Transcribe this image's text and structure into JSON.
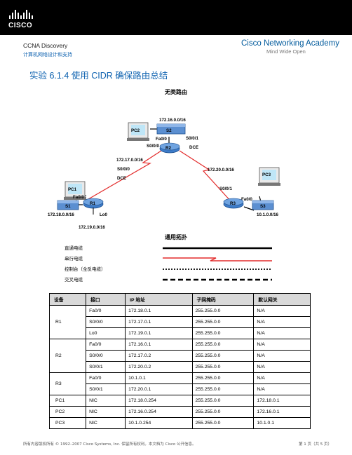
{
  "header": {
    "logo_text": "CISCO",
    "course": "CCNA Discovery",
    "course_sub": "计算机网络设计和支持",
    "academy_brand": "Cisco Networking Academy",
    "academy_tagline": "Mind Wide Open"
  },
  "title": "实验 6.1.4 使用 CIDR 确保路由总结",
  "diagram": {
    "caption": "无类路由",
    "topology_caption": "通用拓扑",
    "devices": {
      "pc2": "PC2",
      "s2": "S2",
      "r2": "R2",
      "pc1": "PC1",
      "s1": "S1",
      "r1": "R1",
      "pc3": "PC3",
      "s3": "S3",
      "r3": "R3"
    },
    "labels": {
      "net_s2": "172.16.0.0/16",
      "r2_fa": "Fa0/0",
      "r2_s000": "S0/0/0",
      "r2_s001": "S0/0/1",
      "r2_dce": "DCE",
      "net_r1r2": "172.17.0.0/16",
      "r1_s000": "S0/0/0",
      "r1_dce": "DCE",
      "r1_fa": "Fa0/0",
      "r1_lo": "Lo0",
      "net_s1": "172.18.0.0/16",
      "net_lo": "172.19.0.0/16",
      "net_r2r3": "172.20.0.0/16",
      "r3_s001": "S0/0/1",
      "r3_fa": "Fa0/0",
      "net_s3": "10.1.0.0/16"
    },
    "legend": [
      "直通电缆",
      "串行电缆",
      "控制台（全反电缆）",
      "交叉电缆"
    ]
  },
  "table": {
    "headers": [
      "设备",
      "接口",
      "IP 地址",
      "子网掩码",
      "默认网关"
    ],
    "rows": [
      {
        "device": "R1",
        "span": 3,
        "iface": "Fa0/0",
        "ip": "172.18.0.1",
        "mask": "255.255.0.0",
        "gw": "N/A"
      },
      {
        "iface": "S0/0/0",
        "ip": "172.17.0.1",
        "mask": "255.255.0.0",
        "gw": "N/A"
      },
      {
        "iface": "Lo0",
        "ip": "172.19.0.1",
        "mask": "255.255.0.0",
        "gw": "N/A"
      },
      {
        "device": "R2",
        "span": 3,
        "iface": "Fa0/0",
        "ip": "172.16.0.1",
        "mask": "255.255.0.0",
        "gw": "N/A"
      },
      {
        "iface": "S0/0/0",
        "ip": "172.17.0.2",
        "mask": "255.255.0.0",
        "gw": "N/A"
      },
      {
        "iface": "S0/0/1",
        "ip": "172.20.0.2",
        "mask": "255.255.0.0",
        "gw": "N/A"
      },
      {
        "device": "R3",
        "span": 2,
        "iface": "Fa0/0",
        "ip": "10.1.0.1",
        "mask": "255.255.0.0",
        "gw": "N/A"
      },
      {
        "iface": "S0/0/1",
        "ip": "172.20.0.1",
        "mask": "255.255.0.0",
        "gw": "N/A"
      },
      {
        "device": "PC1",
        "span": 1,
        "iface": "NIC",
        "ip": "172.18.0.254",
        "mask": "255.255.0.0",
        "gw": "172.18.0.1"
      },
      {
        "device": "PC2",
        "span": 1,
        "iface": "NIC",
        "ip": "172.16.0.254",
        "mask": "255.255.0.0",
        "gw": "172.16.0.1"
      },
      {
        "device": "PC3",
        "span": 1,
        "iface": "NIC",
        "ip": "10.1.0.254",
        "mask": "255.255.0.0",
        "gw": "10.1.0.1"
      }
    ]
  },
  "footer": {
    "copyright": "所有内容版权所有 © 1992–2007 Cisco Systems, Inc. 保留所有权利。本文档为 Cisco 公开信息。",
    "page": "第 1 页（共 5 页）"
  },
  "colors": {
    "brand_blue": "#0e62b0",
    "serial_red": "#e32b2b",
    "router_blue": "#3d7cc9"
  }
}
